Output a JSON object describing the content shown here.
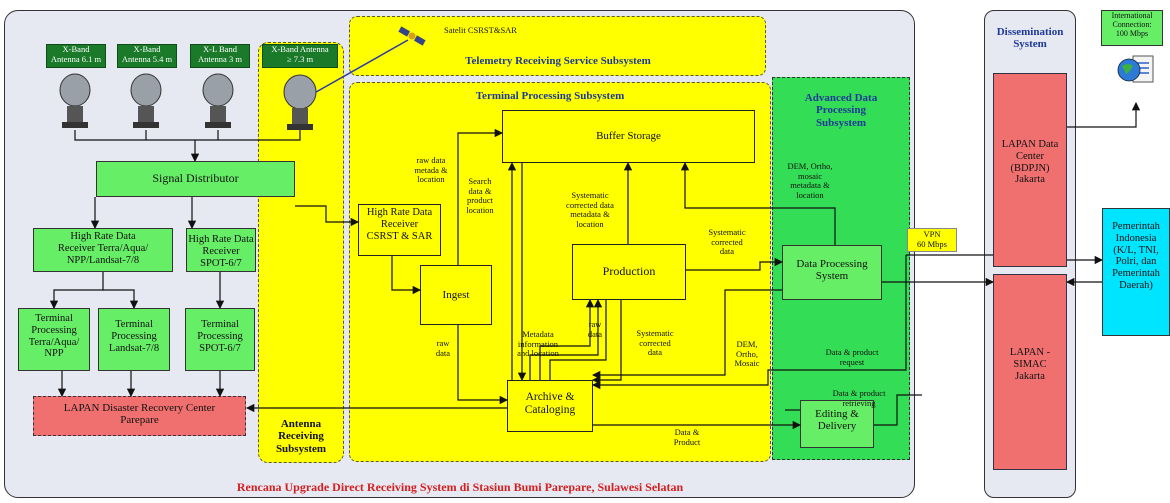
{
  "title": "Rencana Upgrade Direct Receiving System di Stasiun Bumi Parepare, Sulawesi Selatan",
  "antennas": [
    {
      "label": "X-Band\nAntenna 6.1 m"
    },
    {
      "label": "X-Band\nAntenna 5.4 m"
    },
    {
      "label": "X-L Band\nAntenna 3 m"
    },
    {
      "label": "X-Band Antenna\n≥ 7.3 m"
    }
  ],
  "satellite_label": "Satelit CSRST&SAR",
  "subsystems": {
    "telemetry": "Telemetry Receiving Service Subsystem",
    "terminal": "Terminal Processing Subsystem",
    "antenna": "Antenna\nReceiving\nSubsystem",
    "advanced": "Advanced Data\nProcessing\nSubsystem",
    "dissemination": "Dissemination\nSystem"
  },
  "boxes": {
    "signal_distributor": "Signal Distributor",
    "hr_terra": "High Rate Data\nReceiver Terra/Aqua/\nNPP/Landsat-7/8",
    "hr_spot": "High Rate Data\nReceiver SPOT-6/7",
    "tp_terra": "Terminal\nProcessing\nTerra/Aqua/\nNPP",
    "tp_landsat": "Terminal\nProcessing\nLandsat-7/8",
    "tp_spot": "Terminal\nProcessing\nSPOT-6/7",
    "drc": "LAPAN Disaster Recovery Center\nParepare",
    "hr_csrst": "High Rate Data\nReceiver\nCSRST & SAR",
    "ingest": "Ingest",
    "buffer": "Buffer Storage",
    "production": "Production",
    "archive": "Archive &\nCataloging",
    "dps": "Data Processing\nSystem",
    "editing": "Editing &\nDelivery",
    "lapan_dc": "LAPAN Data\nCenter\n(BDPJN)\nJakarta",
    "lapan_simac": "LAPAN -\nSIMAC\nJakarta",
    "pemerintah": "Pemerintah\nIndonesia\n(K/L, TNI,\nPolri, dan\nPemerintah\nDaerah)"
  },
  "labels": {
    "raw_meta": "raw data\nmetada &\nlocation",
    "search": "Search\ndata &\nproduct\nlocation",
    "sys_meta": "Systematic\ncorrected data\nmetadata &\nlocation",
    "dem_meta": "DEM, Ortho,\nmosaic\nmetadata &\nlocation",
    "sys_corr1": "Systematic\ncorrected\ndata",
    "meta_info": "Metadata\ninformation\nand location",
    "raw_data1": "raw\ndata",
    "raw_data2": "raw\ndata",
    "sys_corr2": "Systematic\ncorrected\ndata",
    "dem_ortho": "DEM,\nOrtho,\nMosaic",
    "req": "Data & product\nrequest",
    "retr": "Data & product\nretrieving",
    "data_prod": "Data &\nProduct",
    "vpn": "VPN\n60 Mbps",
    "intl": "International\nConnection:\n100 Mbps"
  },
  "colors": {
    "yellow": "#ffff00",
    "green": "#66ee66",
    "adps_green": "#33dd55",
    "red": "#f07070",
    "cyan": "#00e5ff",
    "title_red": "#d42020",
    "heading_blue": "#1d3a99"
  }
}
